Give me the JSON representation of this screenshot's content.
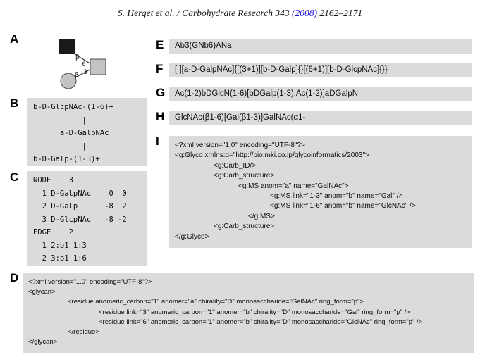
{
  "header": {
    "citation_prefix": "S. Herget et al. / Carbohydrate Research 343 ",
    "citation_year": "(2008)",
    "citation_pages": " 2162–2171"
  },
  "colors": {
    "panel_background": "#dbdbdb",
    "link_blue": "#1a0dd6",
    "symbol_black": "#1a1a1a",
    "symbol_gray": "#c3c3c3"
  },
  "panels": {
    "a": {
      "label": "A",
      "residues": [
        "GlcNAc (filled square)",
        "GalNAc (gray square)",
        "Gal (gray circle)"
      ],
      "top_anomer": "β",
      "top_position": "6",
      "bottom_anomer": "β",
      "bottom_position": "3"
    },
    "b": {
      "label": "B",
      "text": "b-D-GlcpNAc-(1-6)+\n           |\n      a-D-GalpNAc\n           |\nb-D-Galp-(1-3)+"
    },
    "c": {
      "label": "C",
      "text": "NODE    3\n  1 D-GalpNAc    0  0\n  2 D-Galp      -8  2\n  3 D-GlcpNAc   -8 -2\nEDGE    2\n  1 2:b1 1:3\n  2 3:b1 1:6"
    },
    "d": {
      "label": "D",
      "lines": [
        "<?xml version=\"1.0\" encoding=\"UTF-8\"?>",
        "<glycan>",
        "<residue anomeric_carbon=\"1\" anomer=\"a\" chirality=\"D\" monosaccharide=\"GalNAc\" ring_form=\"p\">",
        "<residue link=\"3\" anomeric_carbon=\"1\" anomer=\"b\" chirality=\"D\" monosaccharide=\"Gal\" ring_form=\"p\" />",
        "<residue link=\"6\" anomeric_carbon=\"1\" anomer=\"b\" chirality=\"D\" monosaccharide=\"GlcNAc\" ring_form=\"p\" />",
        "</residue>",
        "</glycan>"
      ]
    },
    "e": {
      "label": "E",
      "text": "Ab3(GNb6)ANa"
    },
    "f": {
      "label": "F",
      "text": "[ ][a-D-GalpNAc]{[(3+1)][b-D-Galp]{}[(6+1)][b-D-GlcpNAc]{}}"
    },
    "g": {
      "label": "G",
      "text": "Ac(1-2)bDGlcN(1-6)[bDGalp(1-3),Ac(1-2)]aDGalpN"
    },
    "h": {
      "label": "H",
      "text": "GlcNAc(β1-6)[Gal(β1-3)]GalNAc(α1-"
    },
    "i": {
      "label": "I",
      "lines": [
        "<?xml version=\"1.0\" encoding=\"UTF-8\"?>",
        "<g:Glyco xmlns:g=\"http://bio.mki.co.jp/glycoinformatics/2003\">",
        "<g:Carb_ID/>",
        "<g:Carb_structure>",
        "<g:MS anom=\"a\" name=\"GalNAc\">",
        "<g:MS link=\"1-3\" anom=\"b\" name=\"Gal\" />",
        "<g:MS link=\"1-6\" anom=\"b\" name=\"GlcNAc\" />",
        "</g:MS>",
        "<g:Carb_structure>",
        "</g:Glyco>"
      ]
    }
  }
}
